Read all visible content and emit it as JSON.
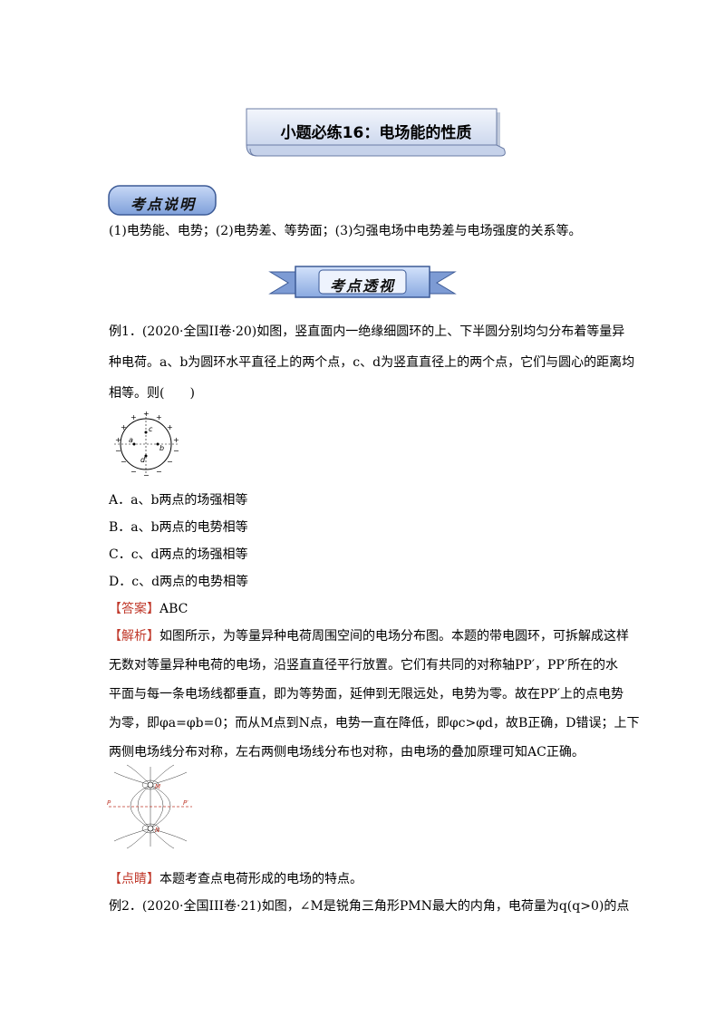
{
  "title": "小题必练16：电场能的性质",
  "section1_badge": "考点说明",
  "section1_text": "(1)电势能、电势；(2)电势差、等势面；(3)匀强电场中电势差与电场强度的关系等。",
  "section2_badge": "考点透视",
  "ex1": {
    "line1": "例1．(2020·全国II卷·20)如图，竖直面内一绝缘细圆环的上、下半圆分别均匀分布着等量异",
    "line2": "种电荷。a、b为圆环水平直径上的两个点，c、d为竖直直径上的两个点，它们与圆心的距离均",
    "line3": "相等。则(　　)",
    "figure1": {
      "labels": {
        "a": "a",
        "b": "b",
        "c": "c",
        "d": "d"
      },
      "plus": "+",
      "minus": "−"
    },
    "options": [
      "A．a、b两点的场强相等",
      "B．a、b两点的电势相等",
      "C．c、d两点的场强相等",
      "D．c、d两点的电势相等"
    ],
    "answer_tag": "【答案】",
    "answer": "ABC",
    "analysis_tag": "【解析】",
    "analysis": [
      "如图所示，为等量异种电荷周围空间的电场分布图。本题的带电圆环，可拆解成这样",
      "无数对等量异种电荷的电场，沿竖直直径平行放置。它们有共同的对称轴PP′，PP′所在的水",
      "平面与每一条电场线都垂直，即为等势面，延伸到无限远处，电势为零。故在PP′上的点电势",
      "为零，即φa=φb=0；而从M点到N点，电势一直在降低，即φc>φd，故B正确，D错误；上下",
      "两侧电场线分布对称，左右两侧电场线分布也对称，由电场的叠加原理可知AC正确。"
    ],
    "figure2": {
      "P": "P",
      "P_prime": "P′",
      "M": "M",
      "N": "N"
    },
    "tip_tag": "【点睛】",
    "tip": "本题考查点电荷形成的电场的特点。"
  },
  "ex2": {
    "line1": "例2．(2020·全国III卷·21)如图，∠M是锐角三角形PMN最大的内角，电荷量为q(q>0)的点"
  },
  "colors": {
    "accent_red": "#c0392b",
    "banner_blue": "#dfe7f7",
    "badge_blue": "#8fb0e8"
  }
}
